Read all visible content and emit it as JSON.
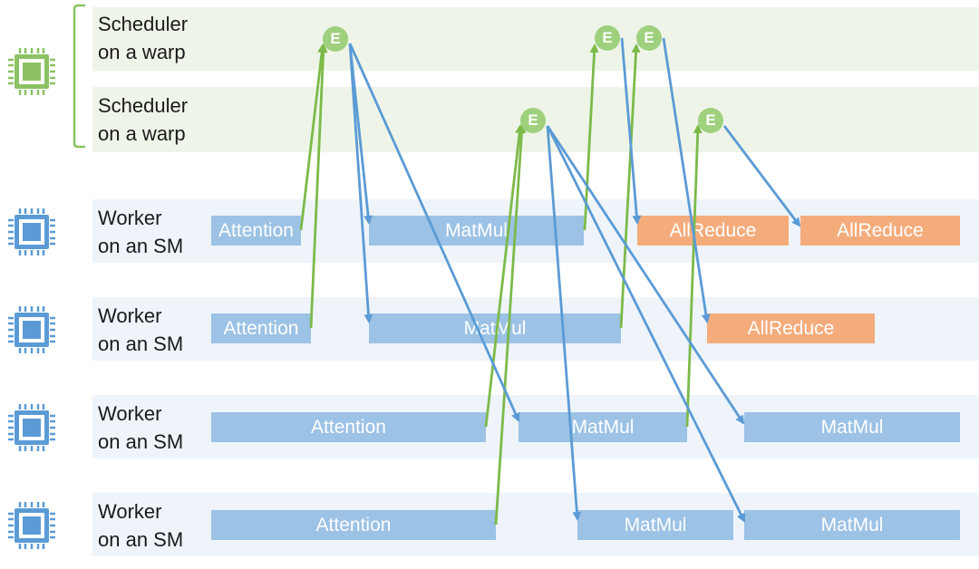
{
  "colors": {
    "scheduler_band": "#eef5e8",
    "worker_band": "#eef4fa",
    "task_blue": "#9cc2e5",
    "task_orange": "#f4ac7c",
    "event_green": "#9fd07d",
    "signal_arrow": "#7cba4a",
    "trigger_arrow": "#5b9bd5",
    "chip_green": "#8cc264",
    "chip_blue": "#5b9bd5"
  },
  "schedulers": [
    {
      "line1": "Scheduler",
      "line2": "on a warp"
    },
    {
      "line1": "Scheduler",
      "line2": "on a warp"
    }
  ],
  "workers": [
    {
      "line1": "Worker",
      "line2": "on an SM"
    },
    {
      "line1": "Worker",
      "line2": "on an SM"
    },
    {
      "line1": "Worker",
      "line2": "on an SM"
    },
    {
      "line1": "Worker",
      "line2": "on an SM"
    }
  ],
  "event_label": "E",
  "tasks": [
    {
      "label": "Attention",
      "color": "blue"
    },
    {
      "label": "MatMul",
      "color": "blue"
    },
    {
      "label": "AllReduce",
      "color": "orange"
    },
    {
      "label": "AllReduce",
      "color": "orange"
    },
    {
      "label": "Attention",
      "color": "blue"
    },
    {
      "label": "MatMul",
      "color": "blue"
    },
    {
      "label": "AllReduce",
      "color": "orange"
    },
    {
      "label": "Attention",
      "color": "blue"
    },
    {
      "label": "MatMul",
      "color": "blue"
    },
    {
      "label": "MatMul",
      "color": "blue"
    },
    {
      "label": "Attention",
      "color": "blue"
    },
    {
      "label": "MatMul",
      "color": "blue"
    },
    {
      "label": "MatMul",
      "color": "blue"
    }
  ]
}
